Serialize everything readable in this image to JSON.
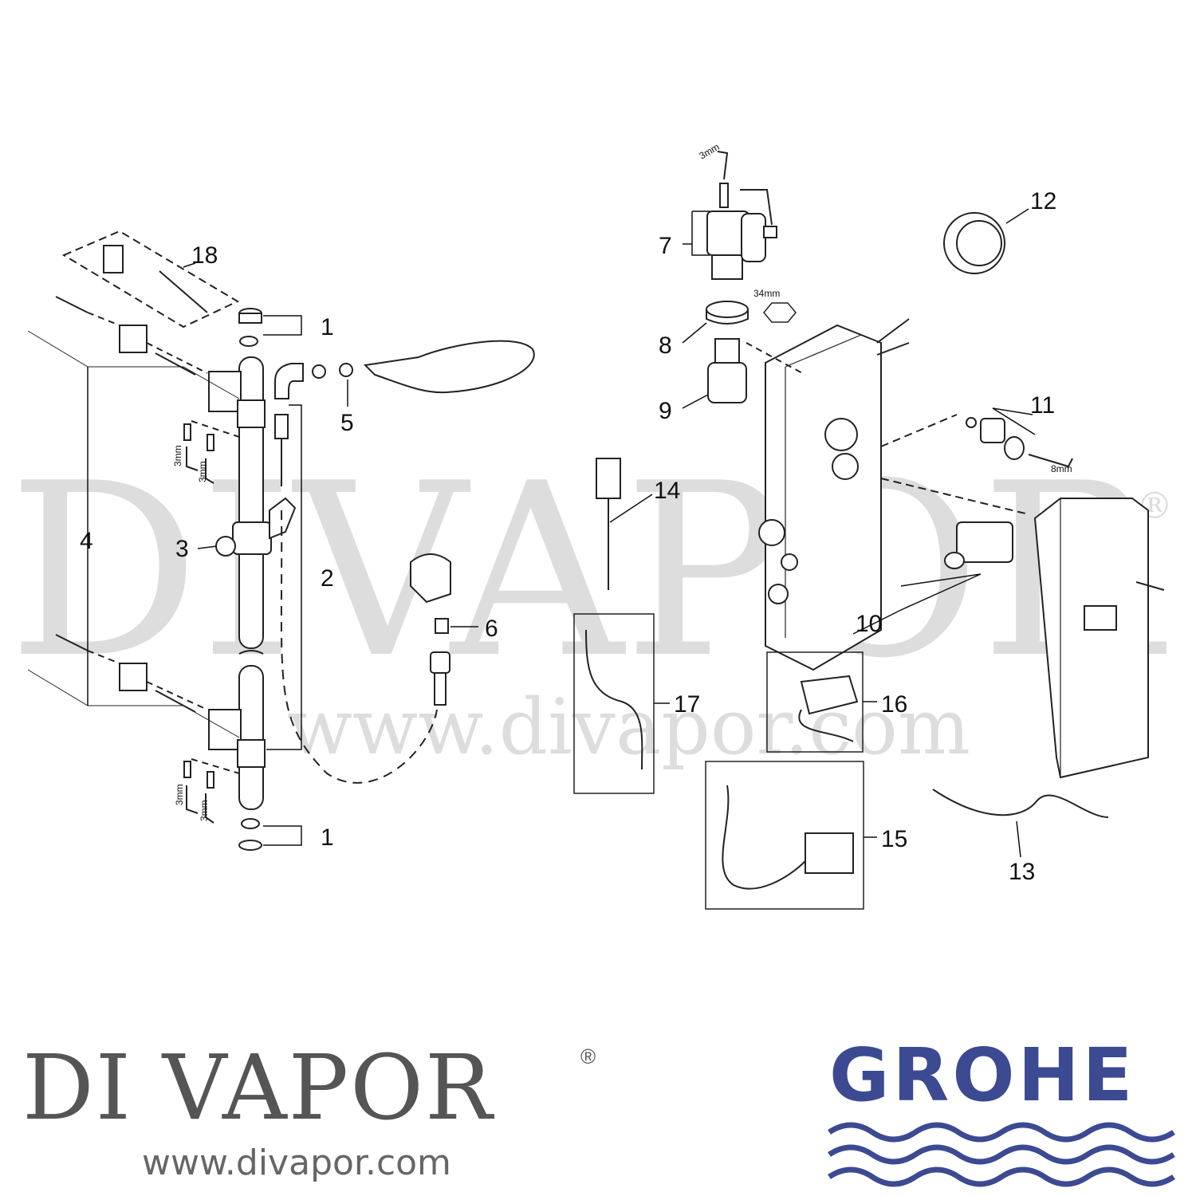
{
  "watermark": {
    "main": "DIVAPOR",
    "reg": "®",
    "url": "www.divapor.com"
  },
  "callouts": {
    "c1_top": "1",
    "c1_bottom": "1",
    "c2": "2",
    "c3": "3",
    "c4": "4",
    "c5": "5",
    "c6": "6",
    "c7": "7",
    "c8": "8",
    "c9": "9",
    "c10": "10",
    "c11": "11",
    "c12": "12",
    "c13": "13",
    "c14": "14",
    "c15": "15",
    "c16": "16",
    "c17": "17",
    "c18": "18"
  },
  "tool_sizes": {
    "hex_3mm": "3mm",
    "wrench_34mm": "34mm",
    "hex_8mm": "8mm"
  },
  "branding": {
    "dealer": "DI VAPOR",
    "dealer_reg": "®",
    "dealer_url": "www.divapor.com",
    "manufacturer": "GROHE",
    "manufacturer_color": "#3c4a92"
  }
}
